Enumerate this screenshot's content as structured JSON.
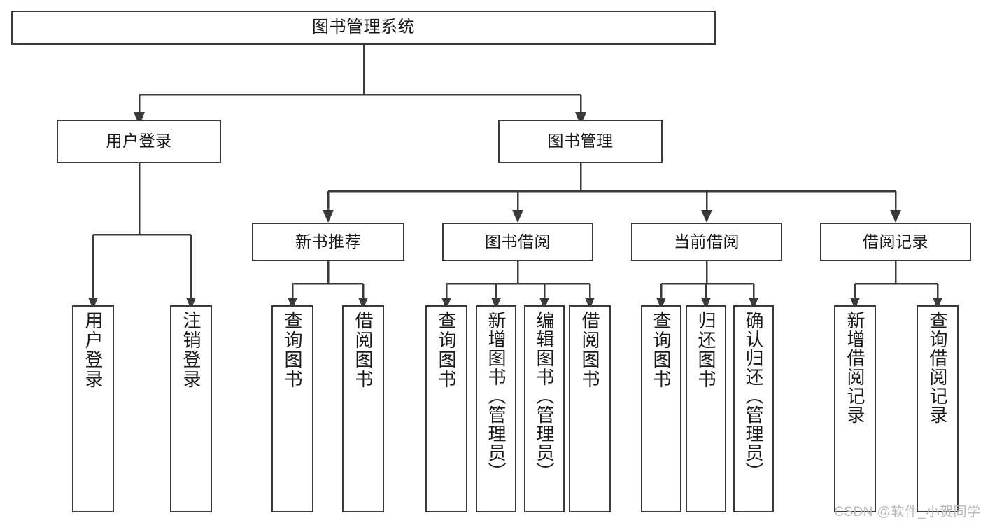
{
  "diagram": {
    "type": "tree-hierarchy",
    "title": "图书管理系统",
    "root": {
      "label": "图书管理系统"
    },
    "tier2": [
      {
        "label": "用户登录"
      },
      {
        "label": "图书管理"
      }
    ],
    "tier3": [
      {
        "label": "新书推荐"
      },
      {
        "label": "图书借阅"
      },
      {
        "label": "当前借阅"
      },
      {
        "label": "借阅记录"
      }
    ],
    "leaves": {
      "user_login": [
        {
          "label": "用户登录"
        },
        {
          "label": "注销登录"
        }
      ],
      "new_book_recommend": [
        {
          "label": "查询图书"
        },
        {
          "label": "借阅图书"
        }
      ],
      "book_borrow": [
        {
          "label": "查询图书"
        },
        {
          "label": "新增图书（管理员）"
        },
        {
          "label": "编辑图书（管理员）"
        },
        {
          "label": "借阅图书"
        }
      ],
      "current_borrow": [
        {
          "label": "查询图书"
        },
        {
          "label": "归还图书"
        },
        {
          "label": "确认归还（管理员）"
        }
      ],
      "borrow_record": [
        {
          "label": "新增借阅记录"
        },
        {
          "label": "查询借阅记录"
        }
      ]
    }
  },
  "watermark": {
    "text": "CSDN @软件_小贺同学"
  },
  "colors": {
    "box_border": "#3a3a3a",
    "line": "#3a3a3a",
    "text": "#1a1a1a",
    "background": "#ffffff",
    "watermark": "#b8b8b8"
  }
}
